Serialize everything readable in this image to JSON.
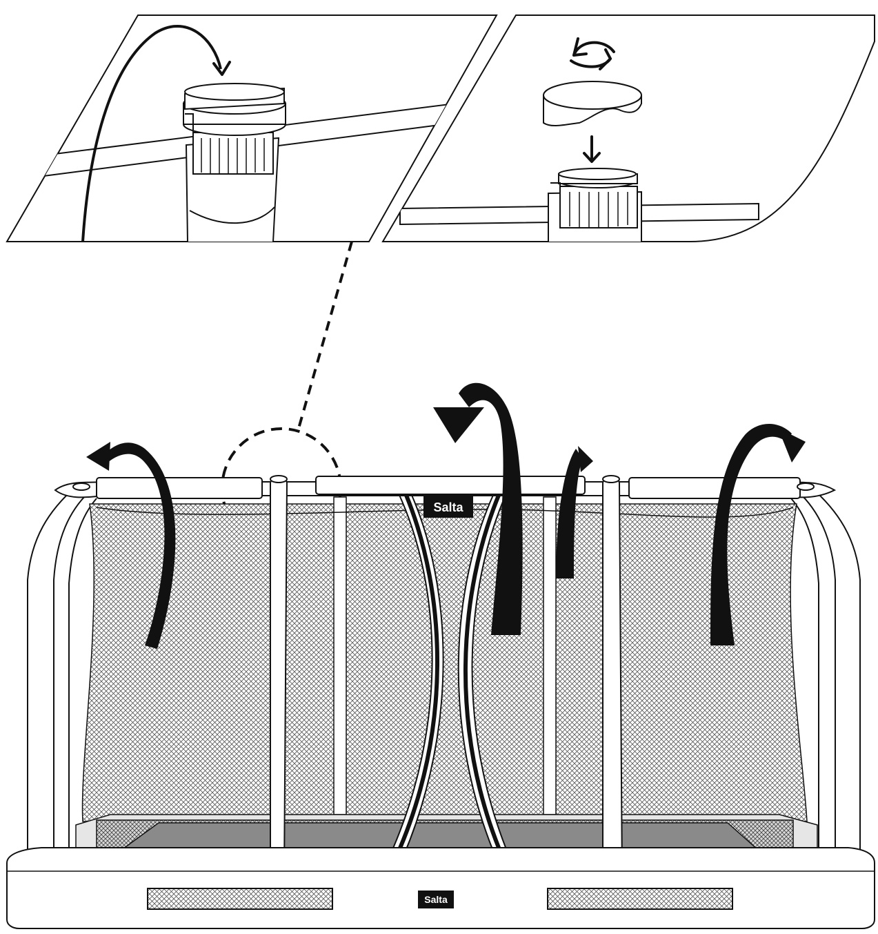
{
  "brand": {
    "net_label": "Salta",
    "frame_label": "Salta"
  },
  "colors": {
    "ink": "#111111",
    "paper": "#ffffff",
    "mesh": "#9a9a9a",
    "label_bg": "#111111",
    "label_text": "#ffffff"
  },
  "illustration": {
    "panels": [
      {
        "name": "cap-detail-rope-over"
      },
      {
        "name": "cap-detail-rotate-and-place"
      }
    ],
    "icons": [
      "curved-arrow-icon",
      "rotate-arrows-icon",
      "down-arrow-icon",
      "dashed-callout-circle",
      "flip-arrow-icon"
    ]
  }
}
